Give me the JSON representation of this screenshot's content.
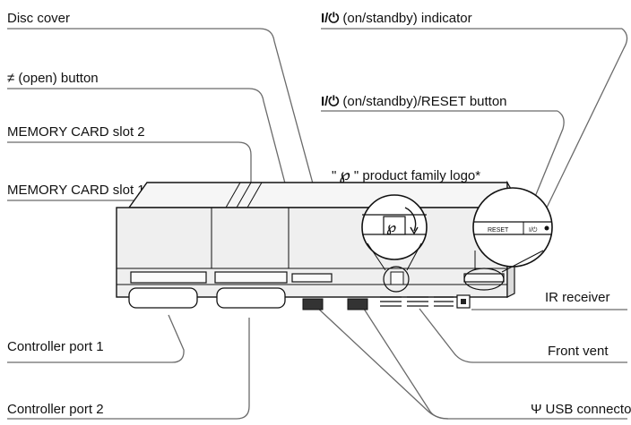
{
  "labels": {
    "disc_cover": "Disc cover",
    "open_button": "≠ (open) button",
    "memory_card_slot_2": "MEMORY CARD slot 2",
    "memory_card_slot_1": "MEMORY CARD slot 1",
    "controller_port_1": "Controller port 1",
    "controller_port_2": "Controller port 2",
    "standby_indicator_text": " (on/standby) indicator",
    "reset_button_text": " (on/standby)/RESET button",
    "product_logo_text": "\" product family logo*",
    "ir_receiver": "IR receiver",
    "front_vent": "Front vent",
    "usb_connector": "USB connector"
  },
  "glyphs": {
    "power_symbol": "I/⏻",
    "usb_symbol": "Ψ",
    "open_symbol": "≠"
  },
  "console_markings": {
    "reset": "RESET",
    "power": "I/⏻"
  },
  "colors": {
    "line": "#6a6a6a",
    "text": "#111111",
    "body_fill": "#eeeeee"
  }
}
